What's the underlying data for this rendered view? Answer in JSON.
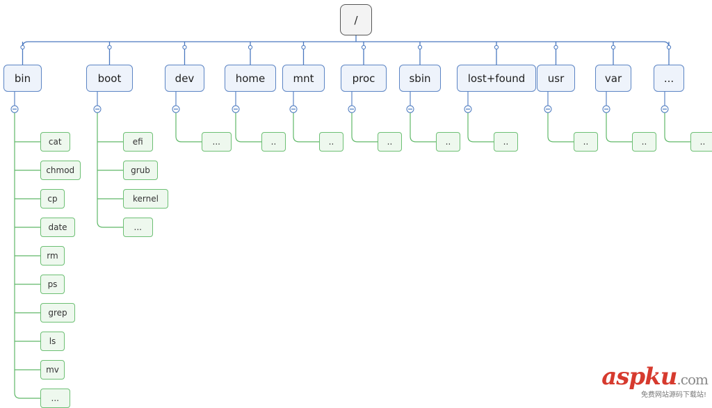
{
  "diagram": {
    "root": {
      "label": "/"
    },
    "directories": [
      {
        "label": "bin",
        "children": [
          "cat",
          "chmod",
          "cp",
          "date",
          "rm",
          "ps",
          "grep",
          "ls",
          "mv",
          "..."
        ]
      },
      {
        "label": "boot",
        "children": [
          "efi",
          "grub",
          "kernel",
          "..."
        ]
      },
      {
        "label": "dev",
        "children": [
          "..."
        ]
      },
      {
        "label": "home",
        "children": [
          ".."
        ]
      },
      {
        "label": "mnt",
        "children": [
          ".."
        ]
      },
      {
        "label": "proc",
        "children": [
          ".."
        ]
      },
      {
        "label": "sbin",
        "children": [
          ".."
        ]
      },
      {
        "label": "lost+found",
        "children": [
          ".."
        ]
      },
      {
        "label": "usr",
        "children": [
          ".."
        ]
      },
      {
        "label": "var",
        "children": [
          ".."
        ]
      },
      {
        "label": "...",
        "children": [
          ".."
        ]
      }
    ]
  },
  "watermark": {
    "brand": "aspku",
    "suffix": ".com",
    "tagline": "免费网站源码下载站!"
  },
  "colors": {
    "trunk": "#4a78bf",
    "branch": "#5fb868",
    "root_border": "#555555",
    "dir_border": "#5b84c4",
    "dir_fill": "#eef3fb",
    "file_border": "#6cbf73",
    "file_fill": "#eef8ee"
  },
  "icons": [
    "collapse-toggle-icon"
  ]
}
